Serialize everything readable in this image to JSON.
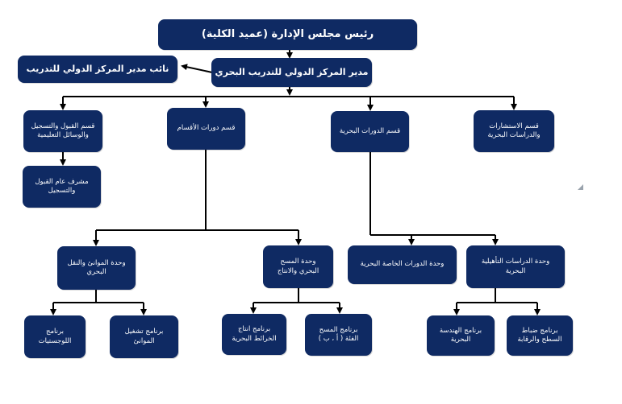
{
  "colors": {
    "box": "#0f2a63",
    "text": "#ffffff",
    "line": "#000000"
  },
  "nodes": {
    "dean": "رئيس مجلس الإدارة (عميد الكلية)",
    "director": "مدير المركز الدولي للتدريب البحري",
    "deputy": "نائب مدير المركز الدولي للتدريب",
    "consulting": "قسم الاستشارات\nوالدراسات البحرية",
    "maritime_courses": "قسم الدورات البحرية",
    "dept_courses": "قسم دورات الأقسام",
    "registration": "قسم القبول والتسجيل\nوالوسائل التعليمية",
    "registration_supervisor": "مشرف عام القبول\nوالتسجيل",
    "qualifying_studies_unit": "وحدة الدراسات التأهيلية\nالبحرية",
    "special_courses_unit": "وحدة الدورات الخاصة البحرية",
    "survey_production_unit": "وحدة المسح\nالبحري والانتاج",
    "ports_transport_unit": "وحدة الموانئ والنقل\nالبحري",
    "deck_officers_program": "برنامج ضباط\nالسطح والرقابة",
    "marine_engineering_program": "برنامج الهندسة\nالبحرية",
    "survey_program": "برنامج المسح\nالفئة ( أ ، ب )",
    "charts_program": "برنامج انتاج\nالخرائط البحرية",
    "port_operation_program": "برنامج تشغيل\nالموانئ",
    "logistics_program": "برنامج\nاللوجستيات"
  }
}
